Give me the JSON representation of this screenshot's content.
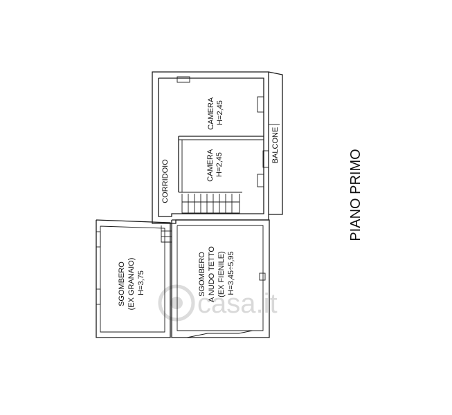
{
  "plan": {
    "title": "PIANO PRIMO",
    "rooms": [
      {
        "id": "camera-top",
        "lines": [
          "CAMERA",
          "H=2,45"
        ]
      },
      {
        "id": "camera-mid",
        "lines": [
          "CAMERA",
          "H=2,45"
        ]
      },
      {
        "id": "corridoio",
        "lines": [
          "CORRIDOIO"
        ]
      },
      {
        "id": "balcone",
        "lines": [
          "BALCONE"
        ]
      },
      {
        "id": "sgombero-granaio",
        "lines": [
          "SGOMBERO",
          "(EX GRANAIO)",
          "H=3,75"
        ]
      },
      {
        "id": "sgombero-fienile",
        "lines": [
          "SGOMBERO",
          "A NUDO TETTO",
          "(EX FIENILE)",
          "H=3,45÷5,95"
        ]
      }
    ],
    "watermark": "casa.it"
  }
}
